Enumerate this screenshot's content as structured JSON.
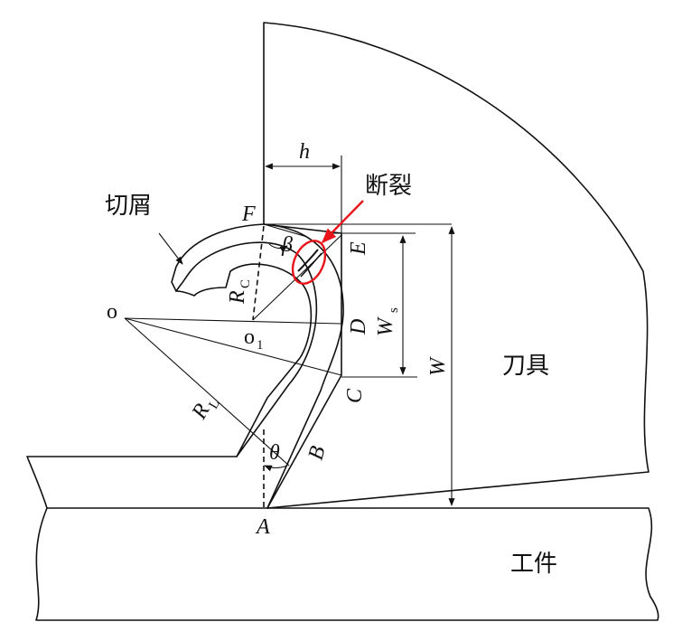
{
  "labels": {
    "chip": "切屑",
    "fracture": "断裂",
    "tool": "刀具",
    "workpiece": "工件",
    "h": "h",
    "F": "F",
    "beta": "β",
    "E": "E",
    "D": "D",
    "C": "C",
    "B": "B",
    "A": "A",
    "theta": "θ",
    "o": "o",
    "o1": "o",
    "o1_sub": "1",
    "Rc": "R",
    "Rc_sub": "C",
    "RL": "R",
    "RL_sub": "L",
    "Ws": "W",
    "Ws_sub": "s",
    "W": "W"
  },
  "colors": {
    "ink": "#111111",
    "highlight": "#e8141c",
    "background": "#ffffff"
  }
}
